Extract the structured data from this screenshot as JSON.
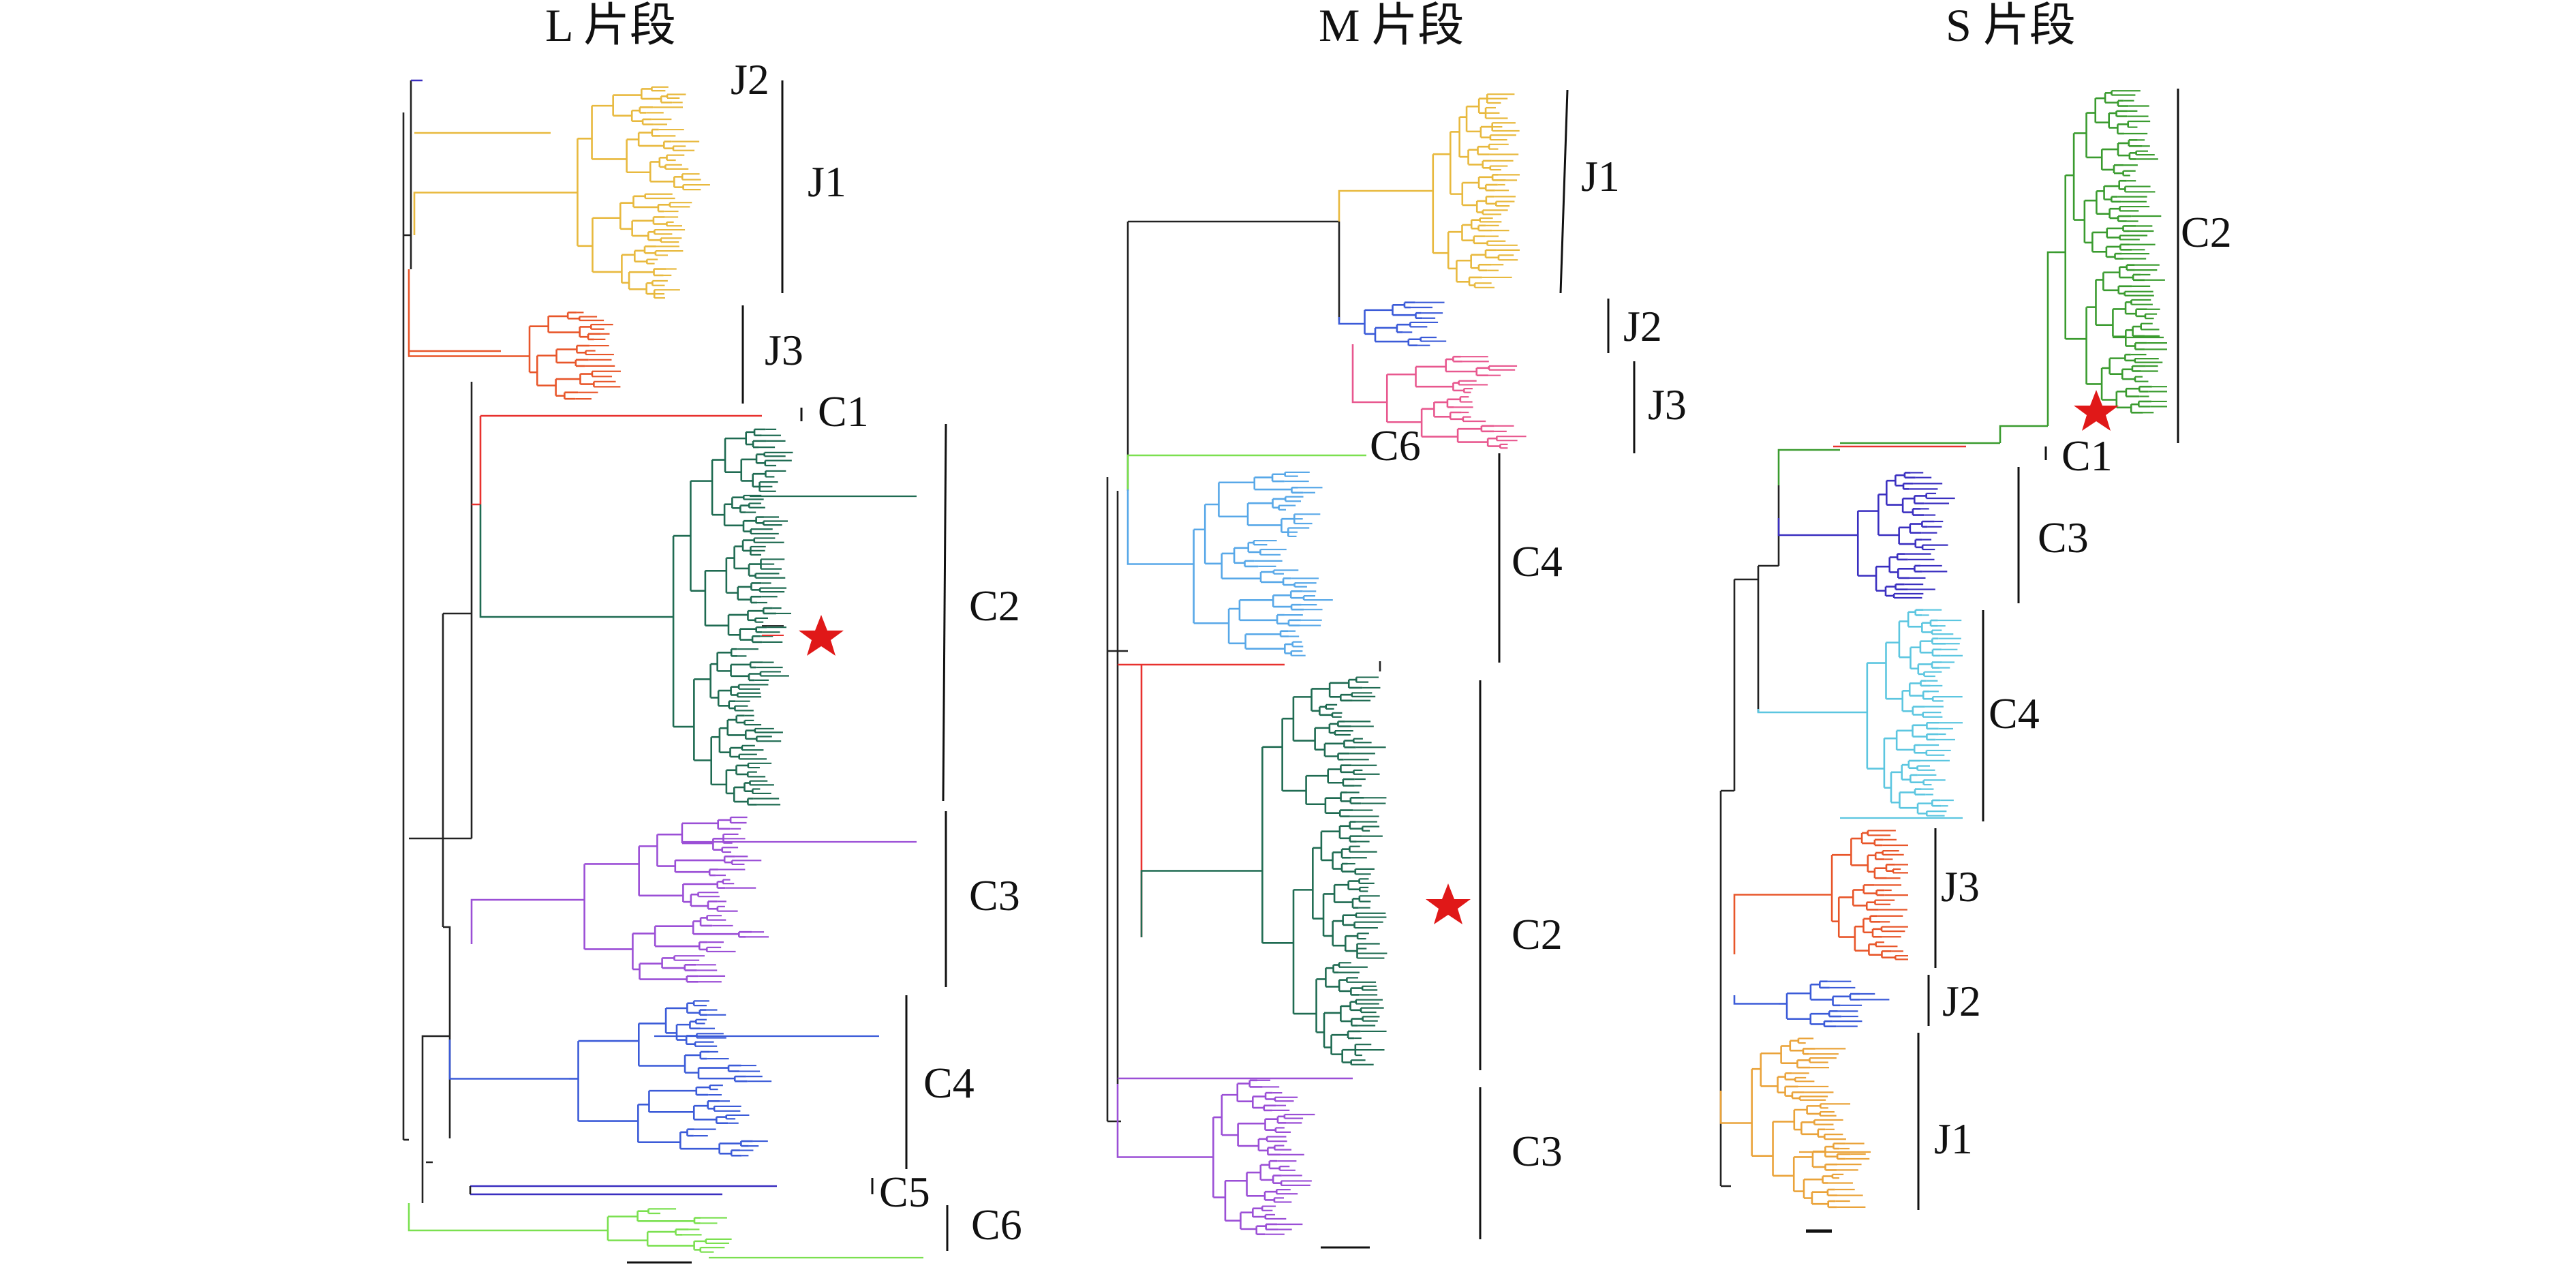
{
  "colors": {
    "yellow": "#e8b93e",
    "orange": "#e8562a",
    "red": "#e8312e",
    "dark_green": "#1f6b52",
    "green": "#3a9b2f",
    "light_green": "#7be050",
    "purple": "#9b4fd6",
    "blue": "#3b5bd8",
    "navy": "#3a2fc0",
    "light_blue": "#58a8e8",
    "cyan": "#5cc6e0",
    "pink": "#e8588f",
    "amber": "#eaa33a",
    "black": "#222222",
    "star": "#e01818"
  },
  "panels": [
    {
      "id": "L",
      "title": "L 片段",
      "clades": [
        "J2",
        "J1",
        "J3",
        "C1",
        "C2",
        "C3",
        "C4",
        "C5",
        "C6"
      ]
    },
    {
      "id": "M",
      "title": "M 片段",
      "clades": [
        "J1",
        "J2",
        "J3",
        "C6",
        "C4",
        "C2",
        "C3"
      ]
    },
    {
      "id": "S",
      "title": "S 片段",
      "clades": [
        "C2",
        "C1",
        "C3",
        "C4",
        "J3",
        "J2",
        "J1"
      ]
    }
  ]
}
